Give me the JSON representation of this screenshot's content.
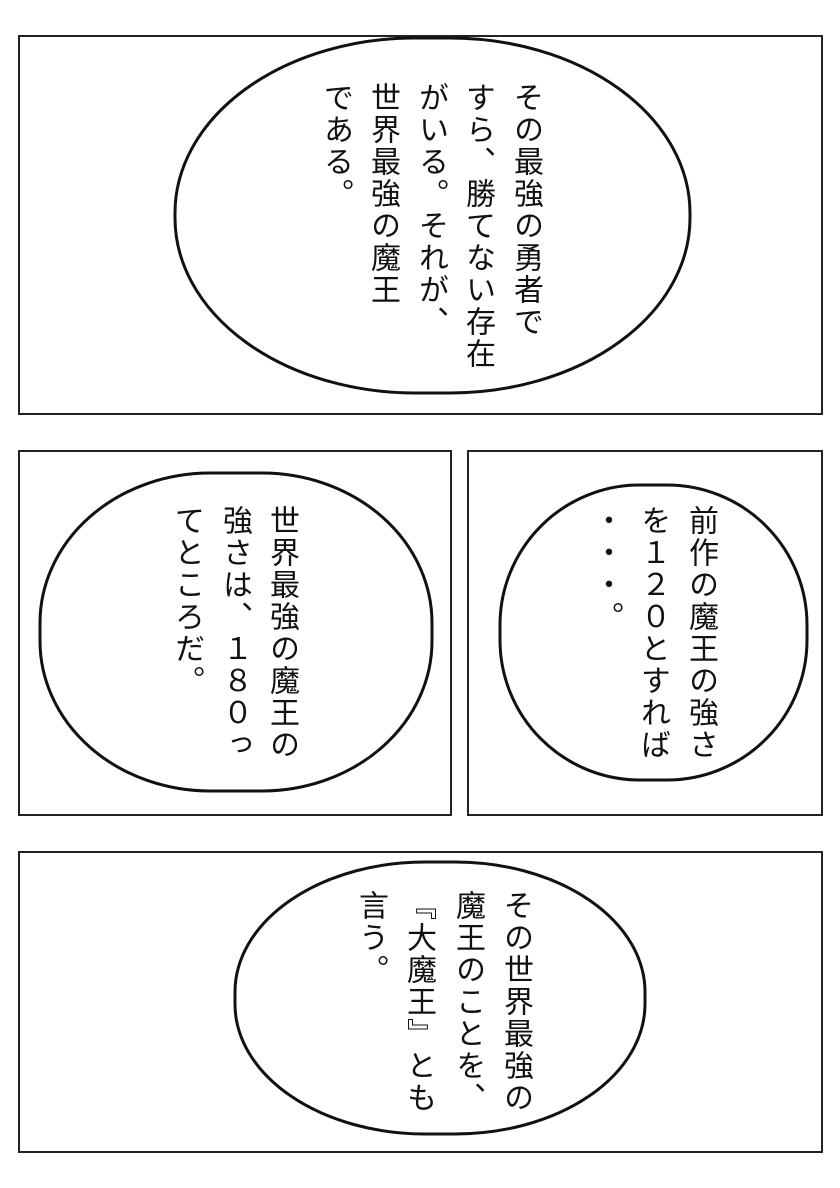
{
  "panels": [
    {
      "lines": [
        "その最強の勇者で",
        "すら、勝てない存在",
        "がいる。それが、",
        "世界最強の魔王",
        "である。"
      ]
    },
    {
      "lines": [
        "世界最強の魔王の",
        "強さは、１８０っ",
        "てところだ。"
      ]
    },
    {
      "lines": [
        "前作の魔王の強さ",
        "を１２０とすれば",
        "・・・。"
      ]
    },
    {
      "lines": [
        "その世界最強の",
        "魔王のことを、",
        "『大魔王』とも",
        "言う。"
      ]
    }
  ]
}
